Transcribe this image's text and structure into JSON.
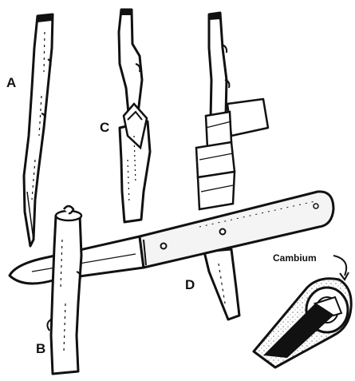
{
  "labels": {
    "a": "A",
    "b": "B",
    "c": "C",
    "d": "D",
    "cambium": "Cambium"
  },
  "colors": {
    "ink": "#111111",
    "paper": "#ffffff",
    "shade": "#dcdcdc"
  }
}
